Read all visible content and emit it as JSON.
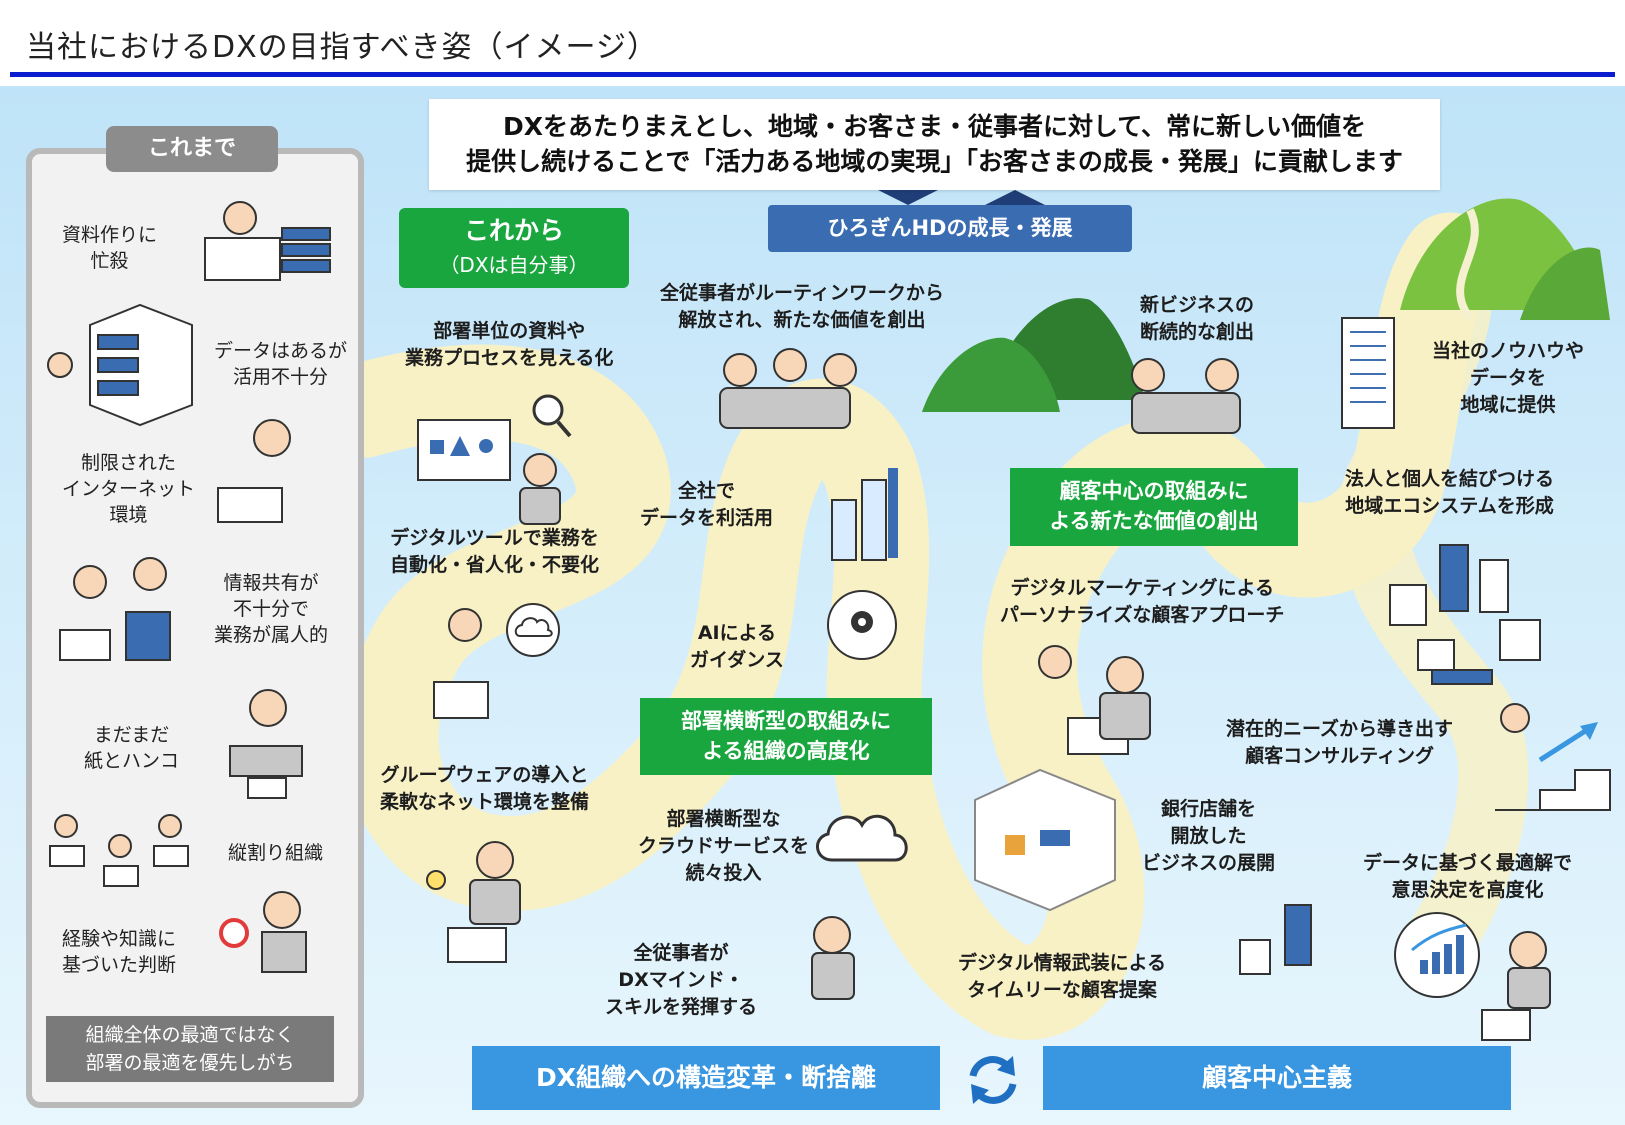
{
  "page_title": "当社におけるDXの目指すべき姿（イメージ）",
  "banner": {
    "line1": "DXをあたりまえとし、地域・お客さま・従事者に対して、常に新しい価値を",
    "line2": "提供し続けることで「活力ある地域の実現」「お客さまの成長・発展」に貢献します"
  },
  "hd_growth": "ひろぎんHDの成長・発展",
  "past": {
    "header": "これまで",
    "items": [
      {
        "l1": "資料作りに",
        "l2": "忙殺"
      },
      {
        "l1": "データはあるが",
        "l2": "活用不十分"
      },
      {
        "l1": "制限された",
        "l2": "インターネット",
        "l3": "環境"
      },
      {
        "l1": "情報共有が",
        "l2": "不十分で",
        "l3": "業務が属人的"
      },
      {
        "l1": "まだまだ",
        "l2": "紙とハンコ"
      },
      {
        "l1": "縦割り組織"
      },
      {
        "l1": "経験や知識に",
        "l2": "基づいた判断"
      }
    ],
    "footer_l1": "組織全体の最適ではなく",
    "footer_l2": "部署の最適を優先しがち"
  },
  "future": {
    "title": "これから",
    "subtitle": "（DXは自分事）"
  },
  "org_items": [
    {
      "l1": "部署単位の資料や",
      "l2": "業務プロセスを見える化"
    },
    {
      "l1": "デジタルツールで業務を",
      "l2": "自動化・省人化・不要化"
    },
    {
      "l1": "グループウェアの導入と",
      "l2": "柔軟なネット環境を整備"
    },
    {
      "l1": "全従事者がルーティンワークから",
      "l2": "解放され、新たな価値を創出"
    },
    {
      "l1": "全社で",
      "l2": "データを利活用"
    },
    {
      "l1": "AIによる",
      "l2": "ガイダンス"
    },
    {
      "l1": "部署横断型な",
      "l2": "クラウドサービスを",
      "l3": "続々投入"
    },
    {
      "l1": "全従事者が",
      "l2": "DXマインド・",
      "l3": "スキルを発揮する"
    }
  ],
  "cross_dept_box": {
    "l1": "部署横断型の取組みに",
    "l2": "よる組織の高度化"
  },
  "customer_items": [
    {
      "l1": "新ビジネスの",
      "l2": "断続的な創出"
    },
    {
      "l1": "デジタルマーケティングによる",
      "l2": "パーソナライズな顧客アプローチ"
    },
    {
      "l1": "銀行店舗を",
      "l2": "開放した",
      "l3": "ビジネスの展開"
    },
    {
      "l1": "デジタル情報武装による",
      "l2": "タイムリーな顧客提案"
    },
    {
      "l1": "当社のノウハウや",
      "l2": "データを",
      "l3": "地域に提供"
    },
    {
      "l1": "法人と個人を結びつける",
      "l2": "地域エコシステムを形成"
    },
    {
      "l1": "潜在的ニーズから導き出す",
      "l2": "顧客コンサルティング"
    },
    {
      "l1": "データに基づく最適解で",
      "l2": "意思決定を高度化"
    }
  ],
  "customer_box": {
    "l1": "顧客中心の取組みに",
    "l2": "よる新たな価値の創出"
  },
  "bottom": {
    "left": "DX組織への構造変革・断捨離",
    "right": "顧客中心主義"
  },
  "colors": {
    "title_rule": "#0a1ecf",
    "green": "#1aa63f",
    "blue_button": "#3996e0",
    "navy_box": "#3a6cb2",
    "path": "#f8f1c6"
  },
  "icons": [
    "cycle-arrows-icon",
    "cloud-icon",
    "gear-head-icon",
    "magnifier-icon",
    "lightbulb-icon",
    "growth-chart-icon"
  ]
}
